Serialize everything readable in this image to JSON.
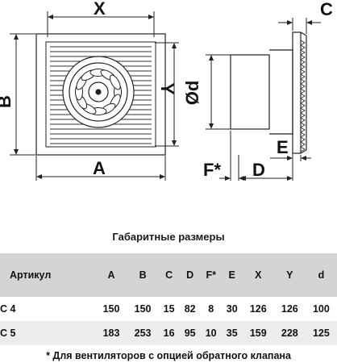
{
  "drawing": {
    "labels": {
      "x": "X",
      "c": "C",
      "b": "B",
      "y": "Y",
      "d": "Ød",
      "a": "A",
      "e": "E",
      "f": "F*",
      "d2": "D"
    }
  },
  "caption": "Габаритные размеры",
  "table": {
    "headers": [
      "Артикул",
      "A",
      "B",
      "C",
      "D",
      "F*",
      "E",
      "X",
      "Y",
      "d"
    ],
    "rows": [
      [
        "C 4",
        "150",
        "150",
        "15",
        "82",
        "8",
        "30",
        "126",
        "126",
        "100"
      ],
      [
        "C 5",
        "183",
        "253",
        "16",
        "95",
        "10",
        "35",
        "159",
        "228",
        "125"
      ]
    ]
  },
  "footnote": "* Для вентиляторов с опцией обратного клапана"
}
